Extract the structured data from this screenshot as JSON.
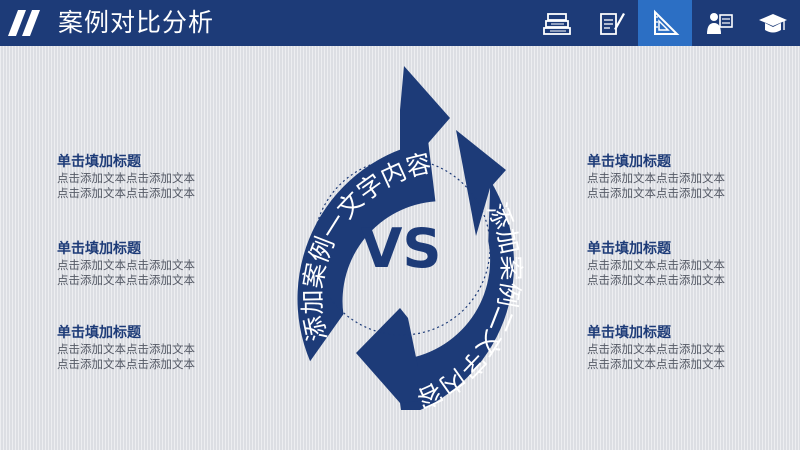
{
  "header": {
    "title": "案例对比分析",
    "nav": [
      {
        "icon": "books-icon"
      },
      {
        "icon": "document-pen-icon"
      },
      {
        "icon": "ruler-triangle-icon",
        "active": true
      },
      {
        "icon": "presenter-icon"
      },
      {
        "icon": "graduation-cap-icon"
      }
    ]
  },
  "diagram": {
    "center_text": "VS",
    "arc_left_text": "添加案例一文字内容",
    "arc_right_text": "添加案例二文字内容"
  },
  "left_items": [
    {
      "title": "单击填加标题",
      "line1": "点击添加文本点击添加文本",
      "line2": "点击添加文本点击添加文本"
    },
    {
      "title": "单击填加标题",
      "line1": "点击添加文本点击添加文本",
      "line2": "点击添加文本点击添加文本"
    },
    {
      "title": "单击填加标题",
      "line1": "点击添加文本点击添加文本",
      "line2": "点击添加文本点击添加文本"
    }
  ],
  "right_items": [
    {
      "title": "单击填加标题",
      "line1": "点击添加文本点击添加文本",
      "line2": "点击添加文本点击添加文本"
    },
    {
      "title": "单击填加标题",
      "line1": "点击添加文本点击添加文本",
      "line2": "点击添加文本点击添加文本"
    },
    {
      "title": "单击填加标题",
      "line1": "点击添加文本点击添加文本",
      "line2": "点击添加文本点击添加文本"
    }
  ],
  "colors": {
    "primary": "#1d3b78",
    "active_nav": "#2c6fc4",
    "background": "#e3e5ea",
    "body_text": "#555a66"
  }
}
